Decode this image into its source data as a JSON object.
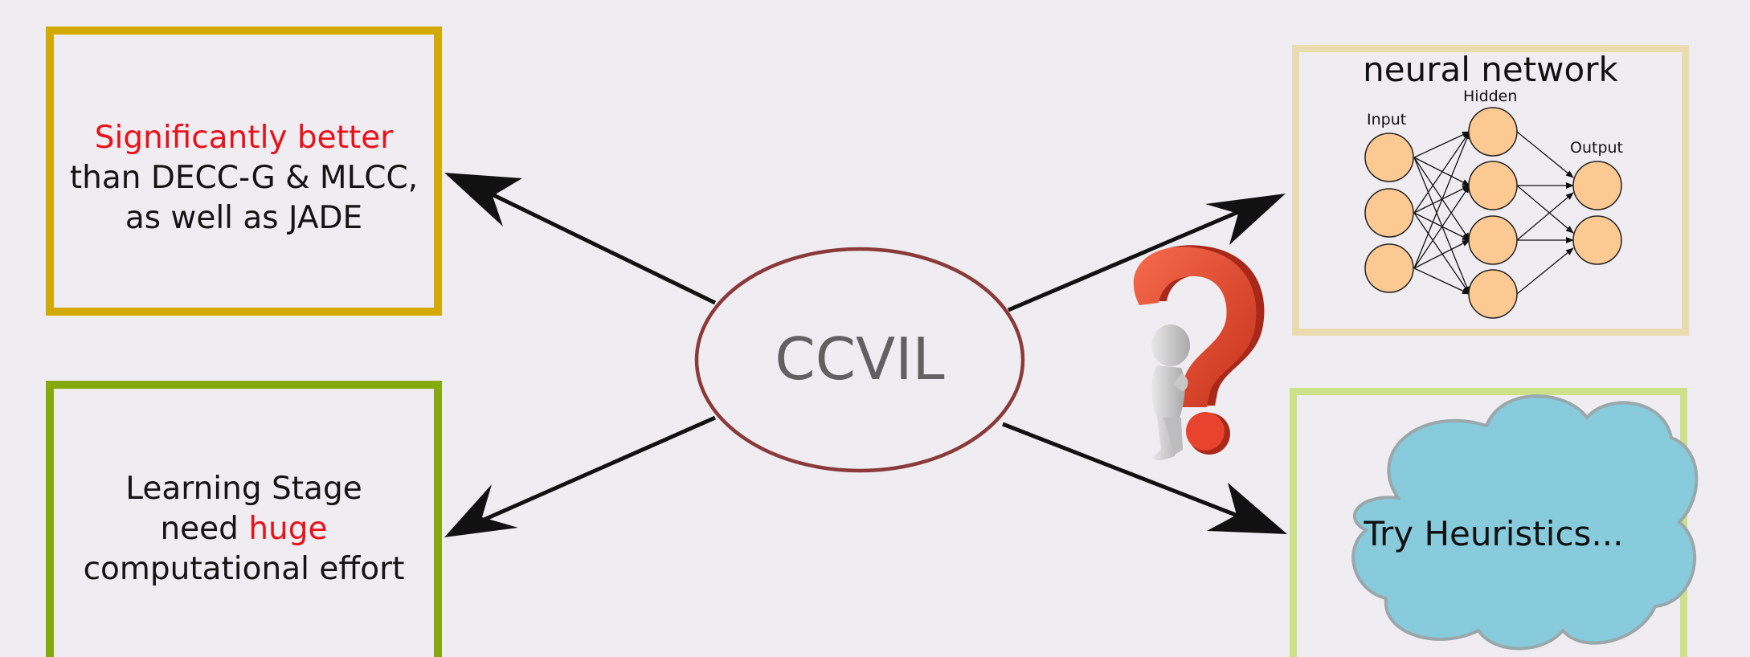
{
  "center": {
    "label": "CCVIL"
  },
  "top_left": {
    "line1": "Significantly better",
    "line2": "than DECC-G & MLCC,",
    "line3": "as well as JADE"
  },
  "bottom_left": {
    "line1": "Learning Stage",
    "line2_prefix": "need ",
    "line2_emph": "huge",
    "line3": "computational effort"
  },
  "top_right": {
    "title": "neural network",
    "input_label": "Input",
    "hidden_label": "Hidden",
    "output_label": "Output"
  },
  "bottom_right": {
    "label": "Try Heuristics..."
  },
  "colors": {
    "background": "#efedf1",
    "top_left_border": "#d2a905",
    "bottom_left_border": "#86aa0b",
    "top_right_border": "#ebdcb0",
    "bottom_right_border": "#cde08a",
    "ellipse_stroke": "#8b3a3a",
    "emphasis_red": "#e8121a",
    "node_fill": "#fdc993",
    "cloud_fill": "#87cbdd",
    "question_mark": "#e8432c"
  },
  "icons": [
    "question-mark-figure-icon",
    "cloud-shape",
    "neural-network-diagram"
  ]
}
